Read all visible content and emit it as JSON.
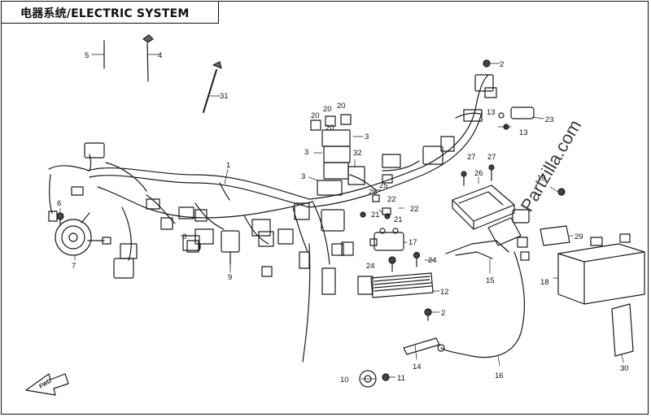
{
  "title": "电器系统/ELECTRIC SYSTEM",
  "watermark": "Partzilla.com",
  "direction_marker": "FWD",
  "callouts": [
    "1",
    "2",
    "2",
    "3",
    "3",
    "3",
    "4",
    "5",
    "6",
    "7",
    "8",
    "9",
    "10",
    "11",
    "12",
    "13",
    "13",
    "14",
    "15",
    "16",
    "17",
    "18",
    "19",
    "20",
    "20",
    "20",
    "20",
    "21",
    "21",
    "22",
    "22",
    "23",
    "24",
    "24",
    "25",
    "26",
    "27",
    "27",
    "28",
    "29",
    "30",
    "31",
    "32"
  ]
}
